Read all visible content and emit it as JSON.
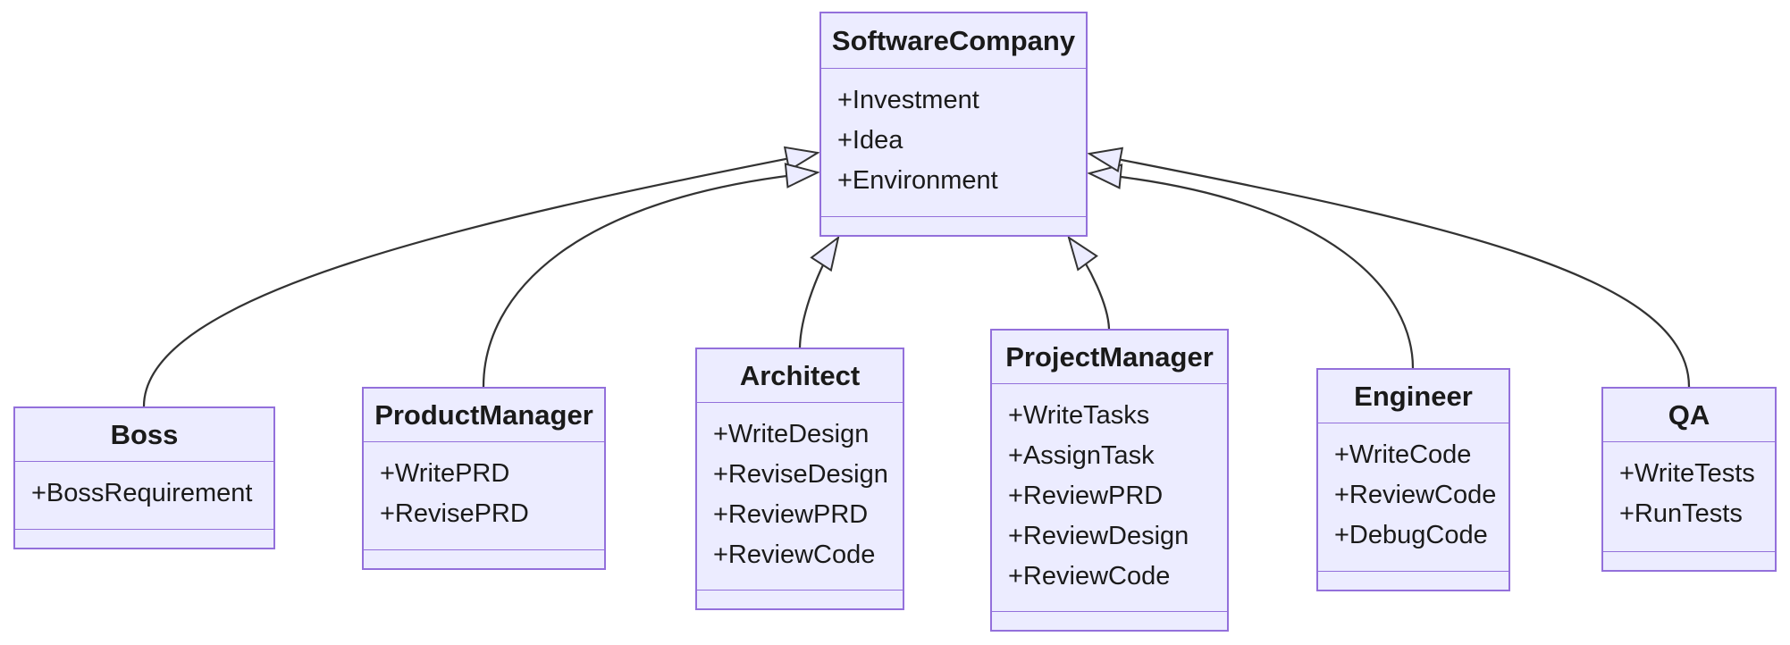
{
  "diagram": {
    "type": "uml-class-diagram",
    "classes": [
      {
        "name": "SoftwareCompany",
        "members": [
          "+Investment",
          "+Idea",
          "+Environment"
        ]
      },
      {
        "name": "Boss",
        "members": [
          "+BossRequirement"
        ]
      },
      {
        "name": "ProductManager",
        "members": [
          "+WritePRD",
          "+RevisePRD"
        ]
      },
      {
        "name": "Architect",
        "members": [
          "+WriteDesign",
          "+ReviseDesign",
          "+ReviewPRD",
          "+ReviewCode"
        ]
      },
      {
        "name": "ProjectManager",
        "members": [
          "+WriteTasks",
          "+AssignTask",
          "+ReviewPRD",
          "+ReviewDesign",
          "+ReviewCode"
        ]
      },
      {
        "name": "Engineer",
        "members": [
          "+WriteCode",
          "+ReviewCode",
          "+DebugCode"
        ]
      },
      {
        "name": "QA",
        "members": [
          "+WriteTests",
          "+RunTests"
        ]
      }
    ],
    "relations": [
      {
        "from": "Boss",
        "to": "SoftwareCompany",
        "type": "inheritance"
      },
      {
        "from": "ProductManager",
        "to": "SoftwareCompany",
        "type": "inheritance"
      },
      {
        "from": "Architect",
        "to": "SoftwareCompany",
        "type": "inheritance"
      },
      {
        "from": "ProjectManager",
        "to": "SoftwareCompany",
        "type": "inheritance"
      },
      {
        "from": "Engineer",
        "to": "SoftwareCompany",
        "type": "inheritance"
      },
      {
        "from": "QA",
        "to": "SoftwareCompany",
        "type": "inheritance"
      }
    ],
    "theme": {
      "node_fill": "#ECECFF",
      "node_border": "#9370DB",
      "edge_color": "#333333",
      "text_color": "#1a1a1a",
      "background": "#FFFFFF"
    }
  }
}
